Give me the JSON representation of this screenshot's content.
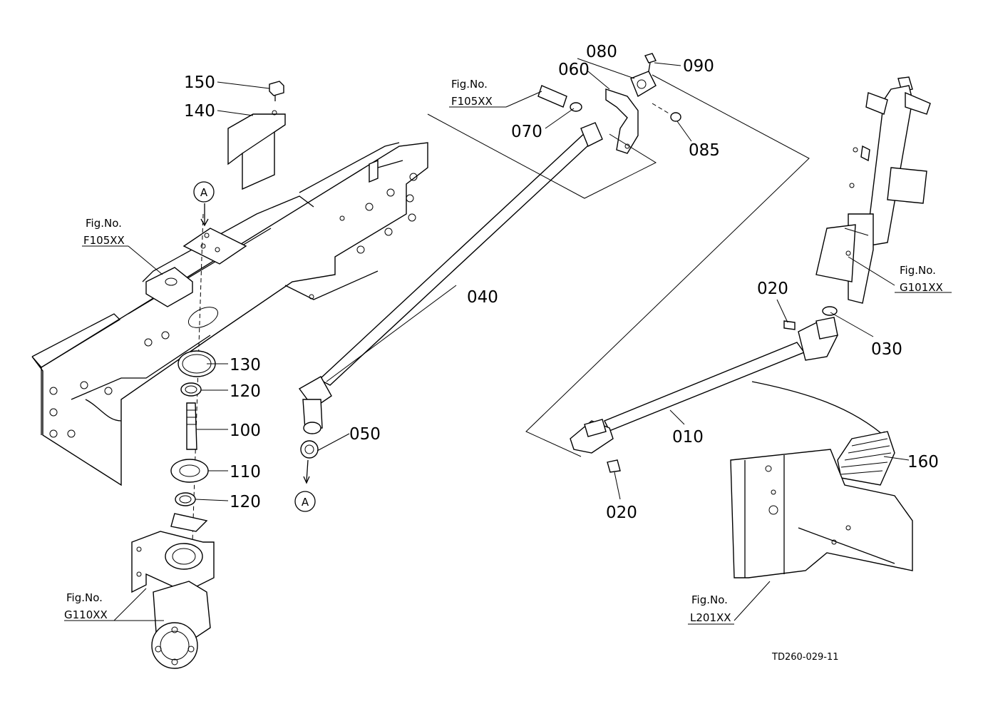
{
  "diagram": {
    "drawing_code": "TD260-029-11",
    "parts": [
      "150",
      "140",
      "130",
      "120",
      "100",
      "110",
      "120",
      "040",
      "050",
      "080",
      "090",
      "060",
      "070",
      "085",
      "020",
      "030",
      "010",
      "020",
      "160"
    ],
    "figure_refs": [
      {
        "caption": "Fig.No.",
        "number": "F105XX"
      },
      {
        "caption": "Fig.No.",
        "number": "F105XX"
      },
      {
        "caption": "Fig.No.",
        "number": "G101XX"
      },
      {
        "caption": "Fig.No.",
        "number": "G110XX"
      },
      {
        "caption": "Fig.No.",
        "number": "L201XX"
      }
    ],
    "reference_marks": [
      "A",
      "A"
    ]
  }
}
